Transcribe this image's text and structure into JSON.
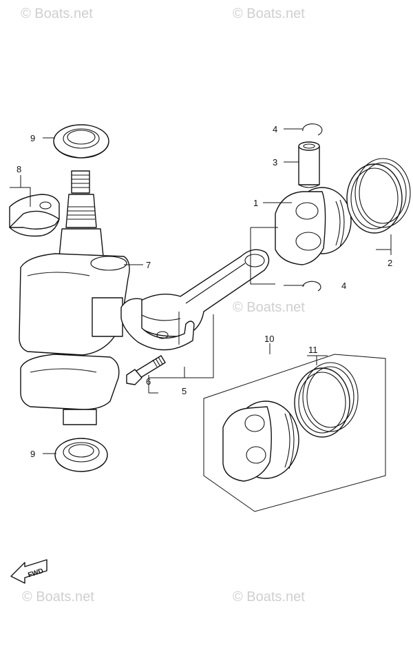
{
  "watermark": "© Boats.net",
  "fwd_label": "FWD",
  "callouts": {
    "c1": "1",
    "c2": "2",
    "c3": "3",
    "c4a": "4",
    "c4b": "4",
    "c5": "5",
    "c6": "6",
    "c7": "7",
    "c8": "8",
    "c9a": "9",
    "c9b": "9",
    "c10": "10",
    "c11": "11"
  }
}
